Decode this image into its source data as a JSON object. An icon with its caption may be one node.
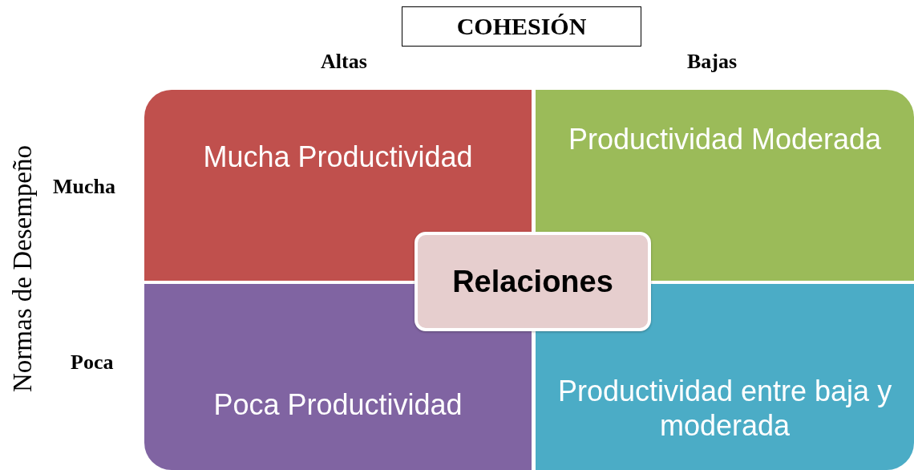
{
  "diagram": {
    "nodes": [
      {
        "text": [
          "COHESIÓN"
        ]
      },
      {
        "text": [
          "Mucha Productividad"
        ]
      },
      {
        "text": [
          "Productividad Moderada"
        ]
      },
      {
        "text": [
          "Poca Productividad"
        ]
      },
      {
        "text": [
          "Productividad entre baja y moderada"
        ]
      },
      {
        "text": [
          "Relaciones"
        ]
      }
    ],
    "labels": [
      "Altas",
      "Bajas",
      "Normas de Desempeño",
      "Mucha",
      "Poca"
    ]
  }
}
